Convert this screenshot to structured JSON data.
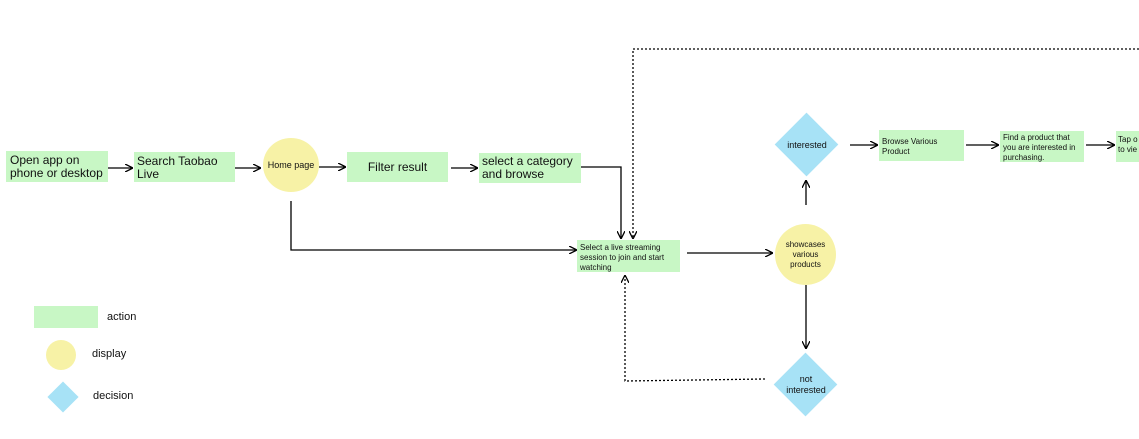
{
  "nodes": {
    "open_app": "Open app on phone or desktop",
    "search_taobao": "Search Taobao Live",
    "home_page": "Home page",
    "filter_result": "Filter result",
    "select_category": "select a category and browse",
    "select_live": "Select a live streaming session to join and start watching",
    "showcases": "showcases various products",
    "interested": "interested",
    "not_interested": "not interested",
    "browse_products": "Browse Various Product",
    "find_product": "Find a product that you are interested in purchasing.",
    "tap_partial": "Tap o to vie"
  },
  "legend": {
    "action": "action",
    "display": "display",
    "decision": "decision"
  },
  "colors": {
    "action": "#c8f7c5",
    "display": "#f7f2a6",
    "decision": "#a7e2f6"
  }
}
